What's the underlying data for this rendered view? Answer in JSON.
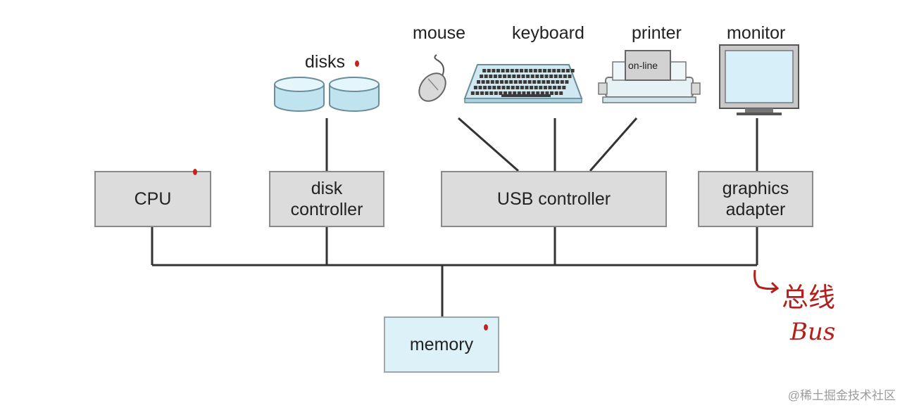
{
  "devices": {
    "disks": "disks",
    "mouse": "mouse",
    "keyboard": "keyboard",
    "printer": "printer",
    "printer_panel": "on-line",
    "monitor": "monitor"
  },
  "controllers": {
    "cpu": "CPU",
    "disk_controller": "disk\ncontroller",
    "usb_controller": "USB controller",
    "graphics_adapter": "graphics\nadapter"
  },
  "memory": "memory",
  "annotation": {
    "chinese": "总线",
    "english": "Bus"
  },
  "watermark": "@稀土掘金技术社区",
  "colors": {
    "box_gray": "#dcdcdc",
    "memory_blue": "#ddf1f8",
    "device_blue": "#bfe3ef",
    "bus_line": "#333333",
    "annotation_red": "#b3201c"
  }
}
